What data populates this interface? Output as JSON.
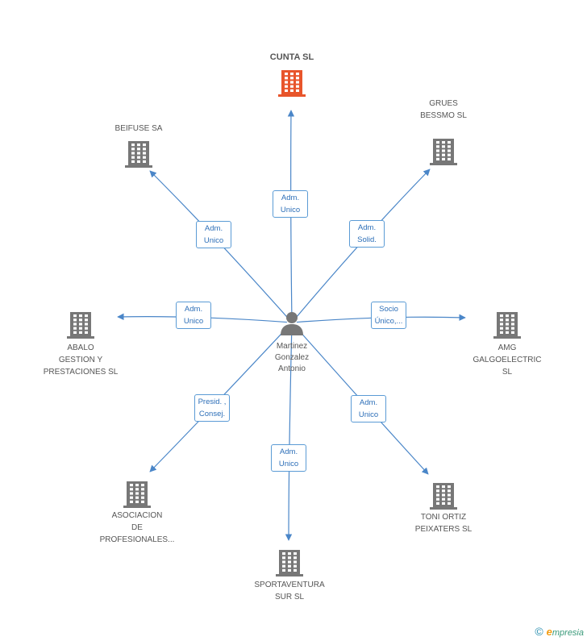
{
  "center": {
    "label": "Martinez\nGonzalez\nAntonio"
  },
  "nodes": [
    {
      "id": "cunta",
      "label": "CUNTA SL",
      "color": "#e8552b",
      "main": true
    },
    {
      "id": "grues",
      "label": "GRUES\nBESSMO SL",
      "color": "#777777"
    },
    {
      "id": "beifuse",
      "label": "BEIFUSE SA",
      "color": "#777777"
    },
    {
      "id": "amg",
      "label": "AMG\nGALGOELECTRIC SL",
      "color": "#777777"
    },
    {
      "id": "abalo",
      "label": "ABALO\nGESTION Y\nPRESTACIONES SL",
      "color": "#777777"
    },
    {
      "id": "toni",
      "label": "TONI ORTIZ\nPEIXATERS SL",
      "color": "#777777"
    },
    {
      "id": "asoc",
      "label": "ASOCIACION\nDE\nPROFESIONALES...",
      "color": "#777777"
    },
    {
      "id": "sport",
      "label": "SPORTAVENTURA\nSUR SL",
      "color": "#777777"
    }
  ],
  "edges": [
    {
      "to": "cunta",
      "label": "Adm.\nUnico"
    },
    {
      "to": "grues",
      "label": "Adm.\nSolid."
    },
    {
      "to": "beifuse",
      "label": "Adm.\nUnico"
    },
    {
      "to": "amg",
      "label": "Socio\nÚnico,..."
    },
    {
      "to": "abalo",
      "label": "Adm.\nUnico"
    },
    {
      "to": "toni",
      "label": "Adm.\nUnico"
    },
    {
      "to": "asoc",
      "label": "Presid. ,\nConsej."
    },
    {
      "to": "sport",
      "label": "Adm.\nUnico"
    }
  ],
  "colors": {
    "edge": "#4a86c8",
    "edge_label": "#2d6fb8"
  },
  "footer": {
    "copyright": "©",
    "brand_initial": "e",
    "brand_rest": "mpresia"
  }
}
